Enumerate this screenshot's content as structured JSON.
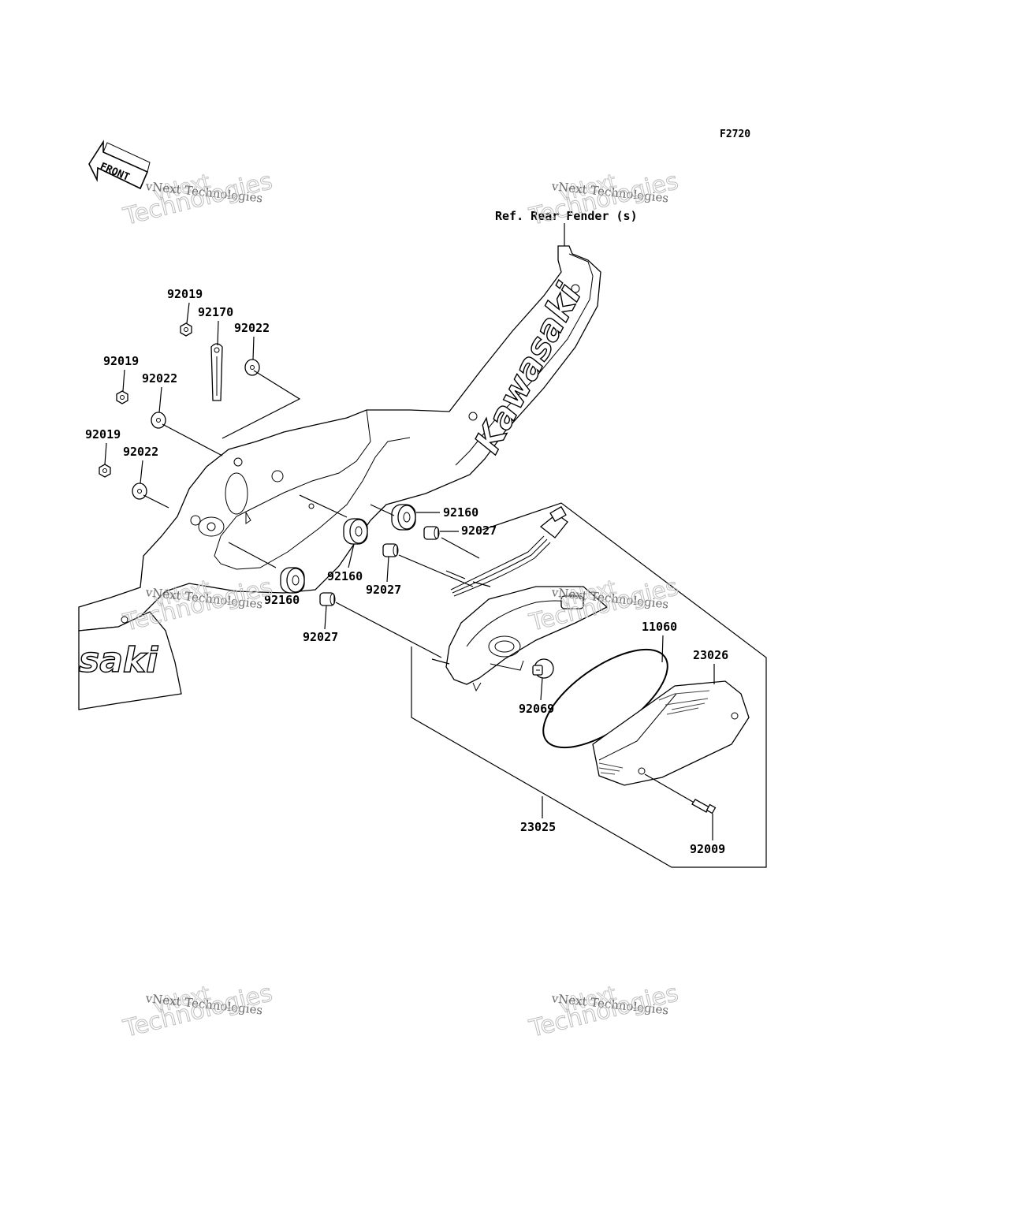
{
  "figure_code": "F2720",
  "front_label": "FRONT",
  "reference_label": "Ref. Rear Fender (s)",
  "brand_logo": "Kawasaki",
  "brand_logo_partial": "saki",
  "watermark": {
    "line1": "vNext Technologies",
    "line2": "vNext",
    "line3": "Technologies"
  },
  "parts": {
    "nut_a": "92019",
    "nut_b": "92019",
    "nut_c": "92019",
    "strap": "92170",
    "washer_a": "92022",
    "washer_b": "92022",
    "washer_c": "92022",
    "damper_a": "92160",
    "damper_b": "92160",
    "damper_c": "92160",
    "collar_a": "92027",
    "collar_b": "92027",
    "collar_c": "92027",
    "gasket": "11060",
    "lens": "23026",
    "bulb": "92069",
    "tail_lamp_assy": "23025",
    "screw": "92009"
  }
}
